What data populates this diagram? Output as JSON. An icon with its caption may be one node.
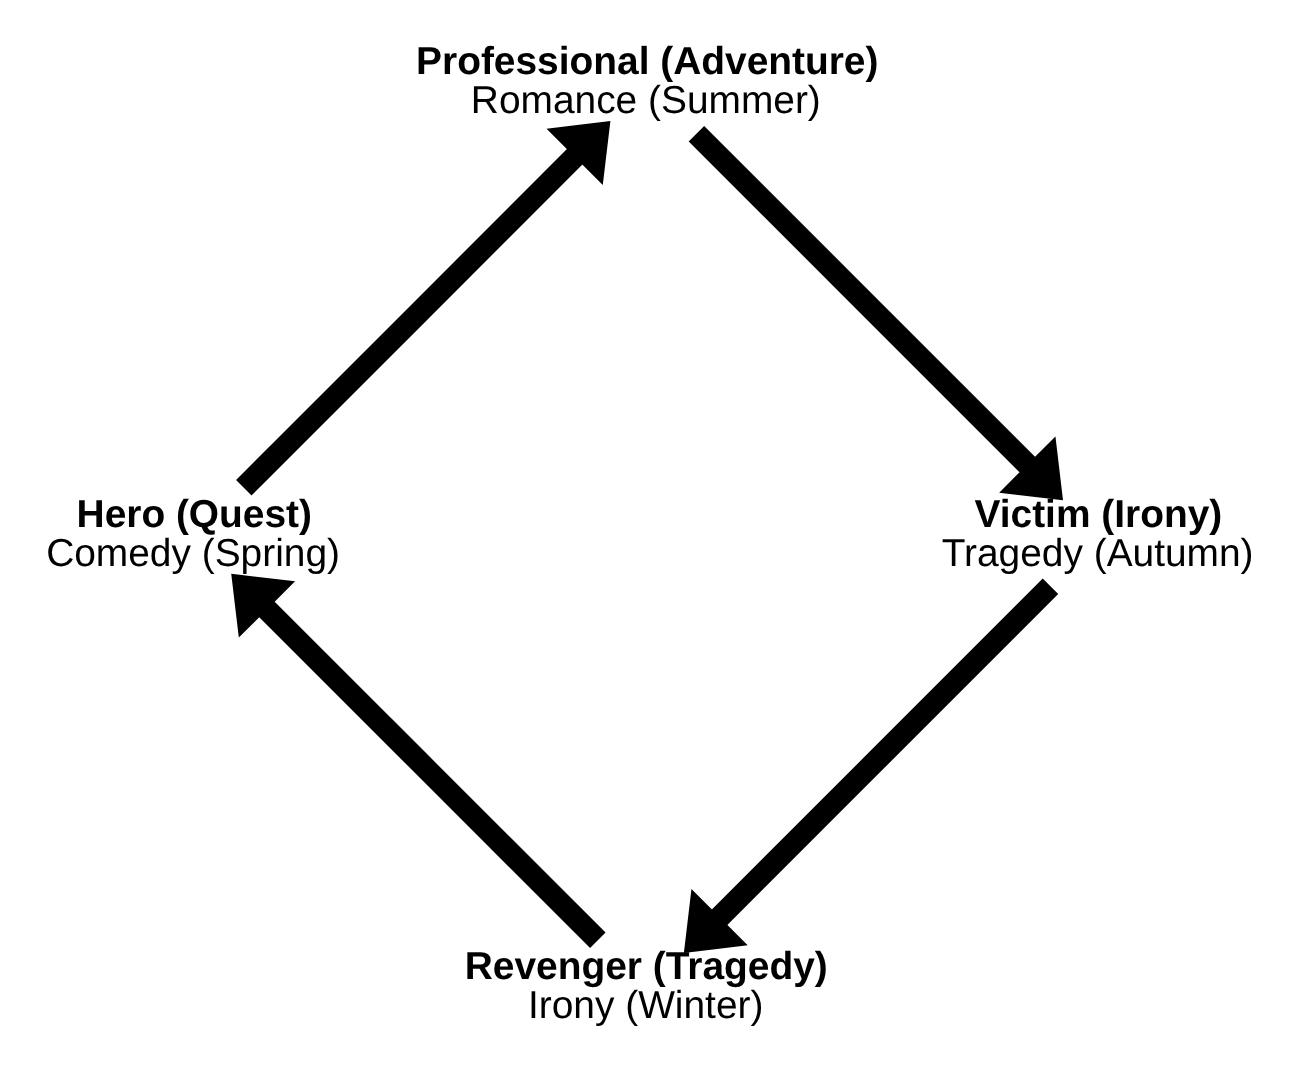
{
  "diagram": {
    "nodes": [
      {
        "text": [
          "Revenger (Tragedy)",
          "Irony (Winter)"
        ]
      },
      {
        "text": [
          "Hero (Quest)",
          "Comedy (Spring)"
        ]
      },
      {
        "text": [
          "Professional (Adventure)",
          "Romance (Summer)"
        ]
      },
      {
        "text": [
          "Victim (Irony)",
          "Tragedy (Autumn)"
        ]
      }
    ],
    "edges": [
      {
        "from": 0,
        "to": 1,
        "arrow": "to"
      },
      {
        "from": 1,
        "to": 2,
        "arrow": "to"
      },
      {
        "from": 2,
        "to": 3,
        "arrow": "to"
      },
      {
        "from": 3,
        "to": 0,
        "arrow": "to"
      }
    ]
  }
}
